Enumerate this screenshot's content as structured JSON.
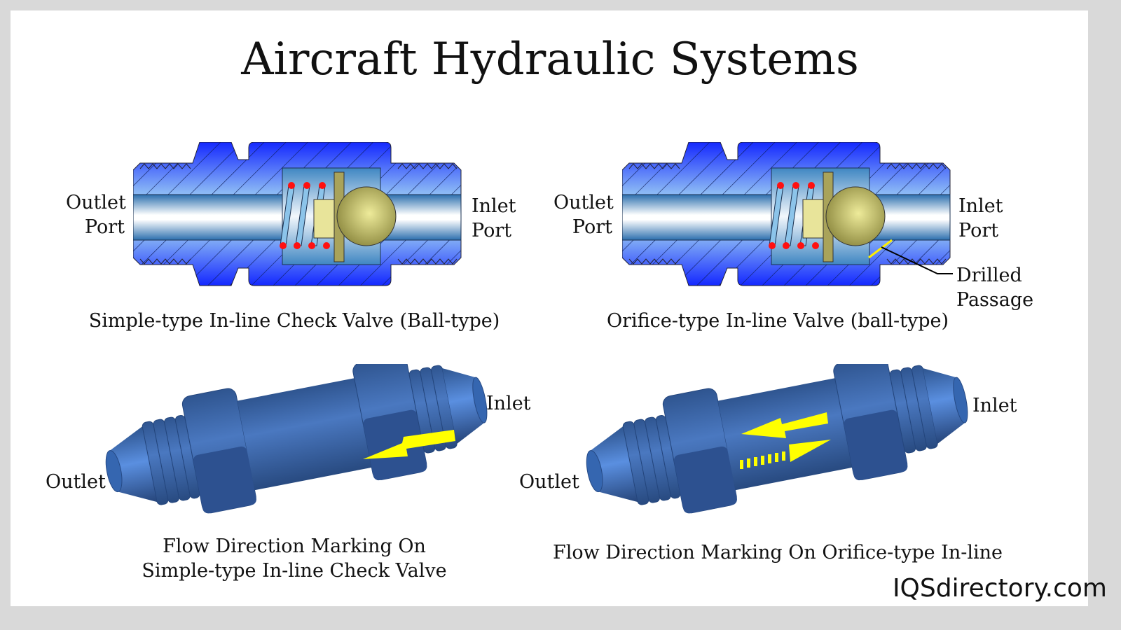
{
  "title": "Aircraft Hydraulic Systems",
  "diagrams": {
    "simple_section": {
      "left_label_1": "Outlet",
      "left_label_2": "Port",
      "right_label_1": "Inlet",
      "right_label_2": "Port",
      "caption": "Simple-type In-line Check Valve (Ball-type)"
    },
    "orifice_section": {
      "left_label_1": "Outlet",
      "left_label_2": "Port",
      "right_label_1": "Inlet",
      "right_label_2": "Port",
      "callout_1": "Drilled",
      "callout_2": "Passage",
      "caption": "Orifice-type In-line Valve (ball-type)"
    },
    "simple_3d": {
      "inlet": "Inlet",
      "outlet": "Outlet",
      "caption_1": "Flow Direction Marking On",
      "caption_2": "Simple-type In-line Check Valve"
    },
    "orifice_3d": {
      "inlet": "Inlet",
      "outlet": "Outlet",
      "caption": "Flow Direction Marking On Orifice-type In-line"
    }
  },
  "brand": "IQSdirectory.com",
  "colors": {
    "body_blue": "#1b2cff",
    "bore_blue": "#2c6fae",
    "ball": "#d9d77f",
    "spring_dot": "#ff0000",
    "arrow": "#ffff00",
    "valve_blue": "#3a64a6"
  }
}
